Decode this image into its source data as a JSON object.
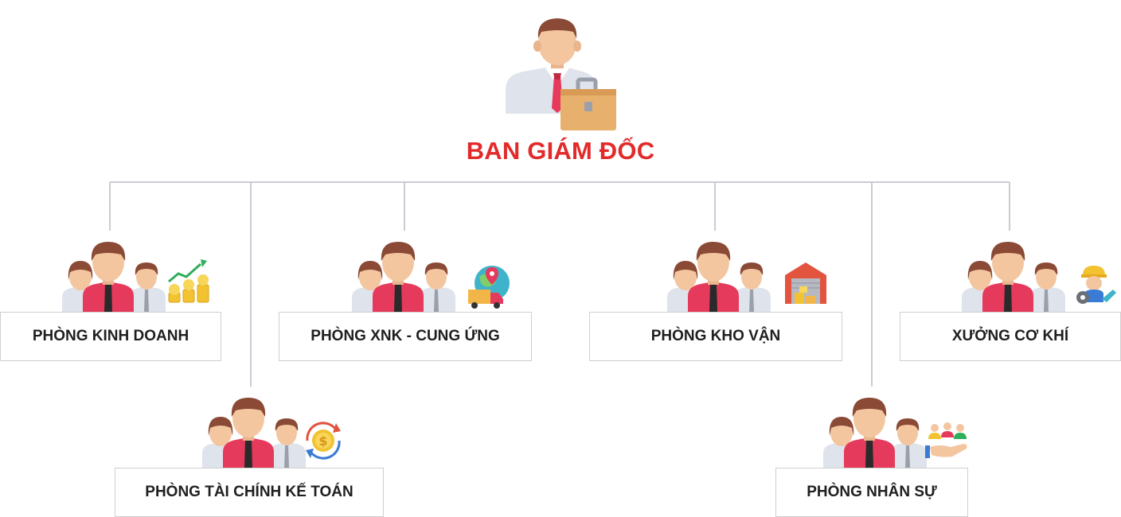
{
  "top": {
    "title": "BAN GIÁM ĐỐC",
    "title_color": "#e22a2a",
    "icon": "director-with-briefcase-icon"
  },
  "colors": {
    "connector": "#c9ccd3",
    "skin": "#f3c6a0",
    "hair": "#8a4a35",
    "shirt_center": "#e63a5c",
    "shirt_side": "#dfe3eb",
    "tie": "#7d1d33",
    "briefcase": "#e8b06d"
  },
  "departments": [
    {
      "id": "kinh-doanh",
      "label": "PHÒNG KINH DOANH",
      "icon": "sales-growth-coins-icon"
    },
    {
      "id": "xnk",
      "label": "PHÒNG XNK - CUNG ỨNG",
      "icon": "delivery-truck-globe-icon"
    },
    {
      "id": "kho-van",
      "label": "PHÒNG KHO VẬN",
      "icon": "warehouse-icon"
    },
    {
      "id": "co-khi",
      "label": "XƯỞNG CƠ KHÍ",
      "icon": "engineer-gear-wrench-icon"
    },
    {
      "id": "tai-chinh",
      "label": "PHÒNG TÀI CHÍNH KẾ TOÁN",
      "icon": "dollar-cycle-icon"
    },
    {
      "id": "nhan-su",
      "label": "PHÒNG NHÂN SỰ",
      "icon": "people-hand-icon"
    }
  ]
}
